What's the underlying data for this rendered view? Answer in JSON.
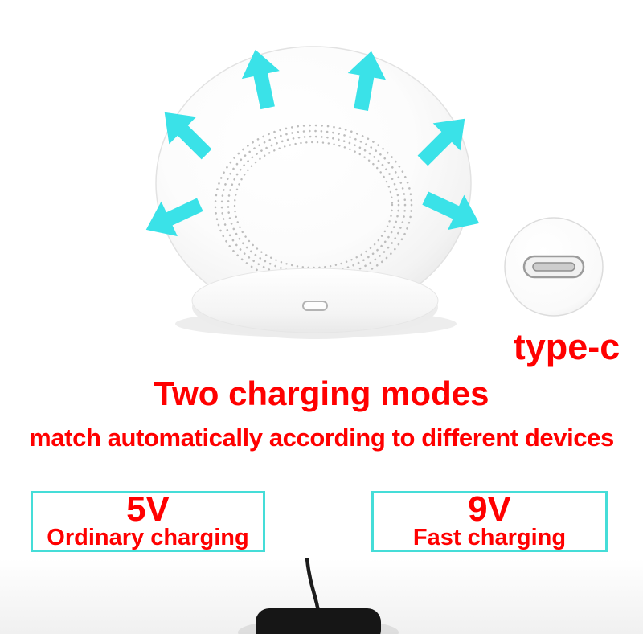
{
  "colors": {
    "accent_red": "#ff0000",
    "arrow_cyan": "#3ae2e8",
    "box_border": "#45ddd8"
  },
  "inset": {
    "label": "type-c"
  },
  "headline": {
    "title": "Two charging modes",
    "subtitle": "match automatically according to different devices"
  },
  "modes": [
    {
      "voltage": "5V",
      "label": "Ordinary charging"
    },
    {
      "voltage": "9V",
      "label": "Fast charging"
    }
  ]
}
